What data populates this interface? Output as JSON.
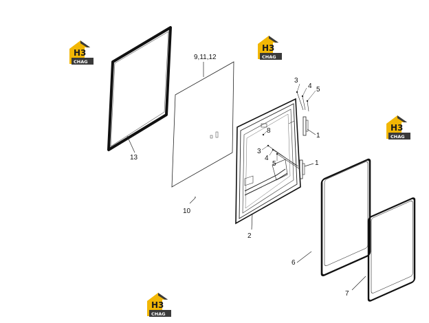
{
  "diagram": {
    "callouts": [
      {
        "id": "c13",
        "text": "13"
      },
      {
        "id": "c9",
        "text": "9,11,12"
      },
      {
        "id": "c10",
        "text": "10"
      },
      {
        "id": "c3a",
        "text": "3"
      },
      {
        "id": "c4a",
        "text": "4"
      },
      {
        "id": "c5a",
        "text": "5"
      },
      {
        "id": "c8",
        "text": "8"
      },
      {
        "id": "c1a",
        "text": "1"
      },
      {
        "id": "c3b",
        "text": "3"
      },
      {
        "id": "c4b",
        "text": "4"
      },
      {
        "id": "c5b",
        "text": "5"
      },
      {
        "id": "c1b",
        "text": "1"
      },
      {
        "id": "c2",
        "text": "2"
      },
      {
        "id": "c6",
        "text": "6"
      },
      {
        "id": "c7",
        "text": "7"
      }
    ]
  },
  "watermark": {
    "mark": "H3",
    "word": "CHAG",
    "accent_color": "#F2B705",
    "dark_color": "#3a3a3a"
  }
}
